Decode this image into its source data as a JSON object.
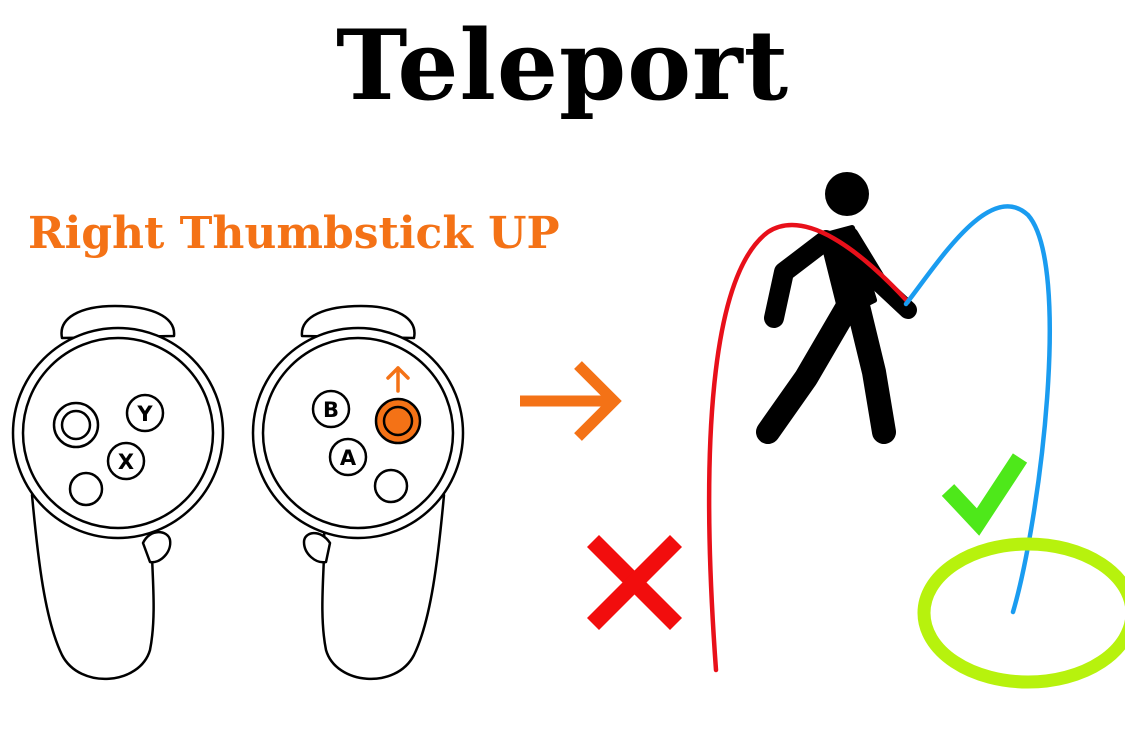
{
  "title": "Teleport",
  "instruction": "Right Thumbstick UP",
  "left_controller": {
    "buttons": [
      "Y",
      "X"
    ]
  },
  "right_controller": {
    "buttons": [
      "B",
      "A"
    ]
  },
  "colors": {
    "accent": "#f47216",
    "invalid_arc": "#e8101a",
    "valid_arc": "#1a9cf0",
    "cross": "#f20d0d",
    "check": "#4ee81a",
    "target_ring": "#b7f20d",
    "stroke": "#000000"
  },
  "icons": {
    "thumbstick_direction": "arrow-up-icon",
    "flow": "arrow-right-icon",
    "person": "walking-person-icon",
    "invalid": "cross-icon",
    "valid": "check-icon",
    "target": "target-ring-icon"
  }
}
